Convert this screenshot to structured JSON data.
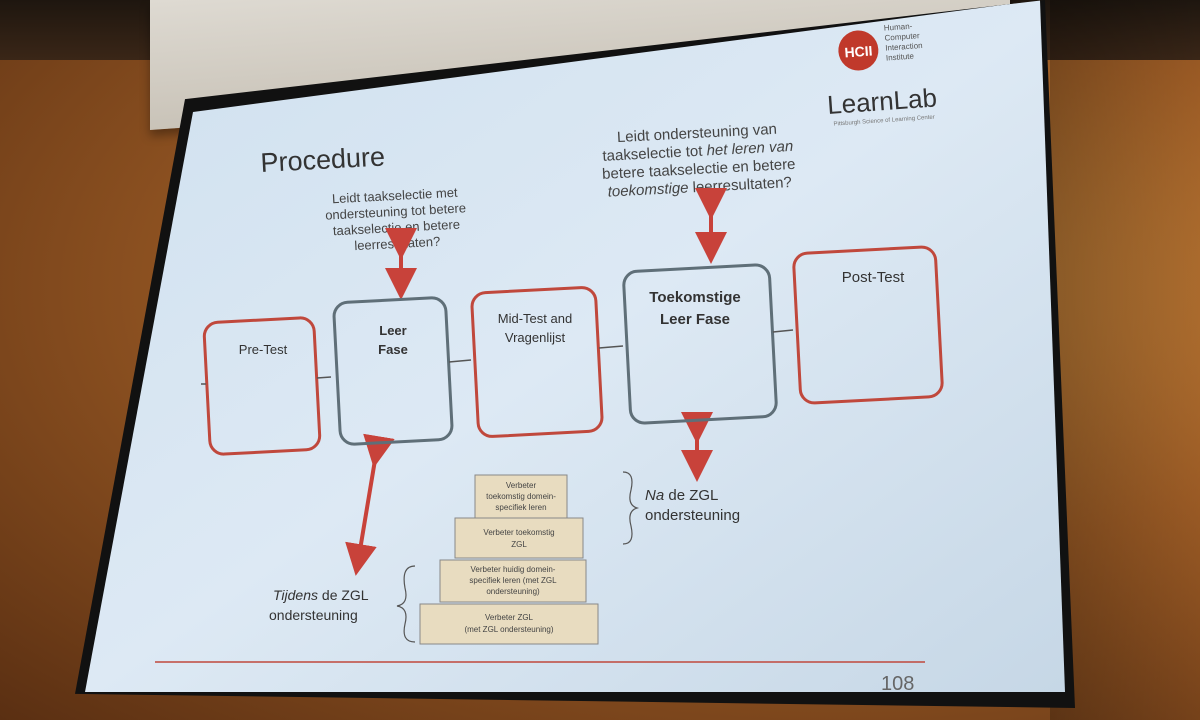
{
  "slide": {
    "title": "Procedure",
    "page_number": "108",
    "logo_hci": {
      "mark": "HCII",
      "lines": [
        "Human-",
        "Computer",
        "Interaction",
        "Institute"
      ]
    },
    "logo_learnlab": {
      "name": "LearnLab",
      "tagline": "Pittsburgh Science of Learning Center"
    },
    "question_left": [
      "Leidt taakselectie met",
      "ondersteuning tot betere",
      "taakselectie en betere",
      "leerresultaten?"
    ],
    "question_right": {
      "line1": "Leidt ondersteuning van",
      "line2_a": "taakselectie tot ",
      "line2_b": "het leren van",
      "line3": "betere taakselectie en betere",
      "line4_a": "toekomstige",
      "line4_b": " leerresultaten?"
    },
    "phases": [
      {
        "label": [
          "Pre-Test"
        ],
        "bold": false
      },
      {
        "label": [
          "Leer",
          "Fase"
        ],
        "bold": true
      },
      {
        "label": [
          "Mid-Test and",
          "Vragenlijst"
        ],
        "bold": false
      },
      {
        "label": [
          "Toekomstige",
          "Leer Fase"
        ],
        "bold": true
      },
      {
        "label": [
          "Post-Test"
        ],
        "bold": false
      }
    ],
    "during_label": {
      "italic": "Tijdens",
      "rest": " de ZGL",
      "line2": "ondersteuning"
    },
    "after_label": {
      "italic": "Na",
      "rest": " de ZGL",
      "line2": "ondersteuning"
    },
    "pyramid": [
      [
        "Verbeter",
        "toekomstig domein-",
        "specifiek leren"
      ],
      [
        "Verbeter toekomstig",
        "ZGL"
      ],
      [
        "Verbeter huidig domein-",
        "specifiek leren (met ZGL",
        "ondersteuning)"
      ],
      [
        "Verbeter ZGL",
        "(met ZGL ondersteuning)"
      ]
    ]
  },
  "colors": {
    "box_red": "#c0483c",
    "box_gray": "#5f6f78",
    "arrow_red": "#c8423a",
    "slide_bg": "#dbe8f3",
    "pyramid_fill": "#e8dcc0"
  }
}
